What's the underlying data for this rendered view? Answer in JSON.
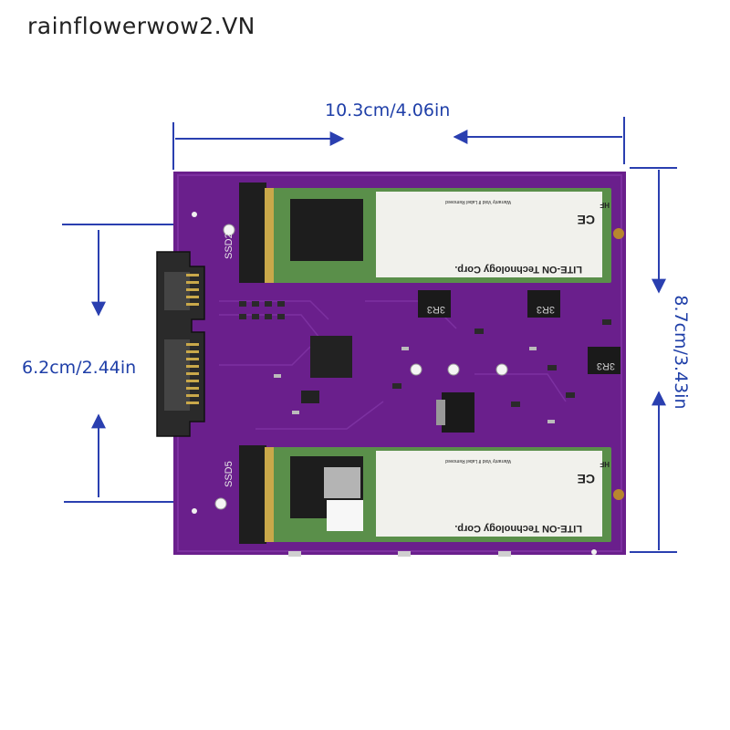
{
  "watermark": "rainflowerwow2.VN",
  "dimensions": {
    "width": "10.3cm/4.06in",
    "depth": "6.2cm/2.44in",
    "height": "8.7cm/3.43in"
  },
  "board": {
    "color": "#6a1f8c",
    "slot_labels": {
      "top": "SSD2",
      "bottom": "SSD5"
    }
  },
  "modules": [
    {
      "brand": "LITE-ON Technology Corp.",
      "badge": "HF",
      "regulatory": "CE",
      "warranty": "Warranty Void If Label Removed"
    },
    {
      "brand": "LITE-ON Technology Corp.",
      "badge": "HF",
      "regulatory": "CE",
      "warranty": "Warranty Void If Label Removed"
    }
  ],
  "inductor_labels": [
    "3R3",
    "3R3",
    "3R3"
  ],
  "colors": {
    "arrow": "#2a3fb0",
    "pcb_green": "#5a8f4a",
    "label_white": "#f1f1ec",
    "chip_dark": "#1d1d1d"
  }
}
